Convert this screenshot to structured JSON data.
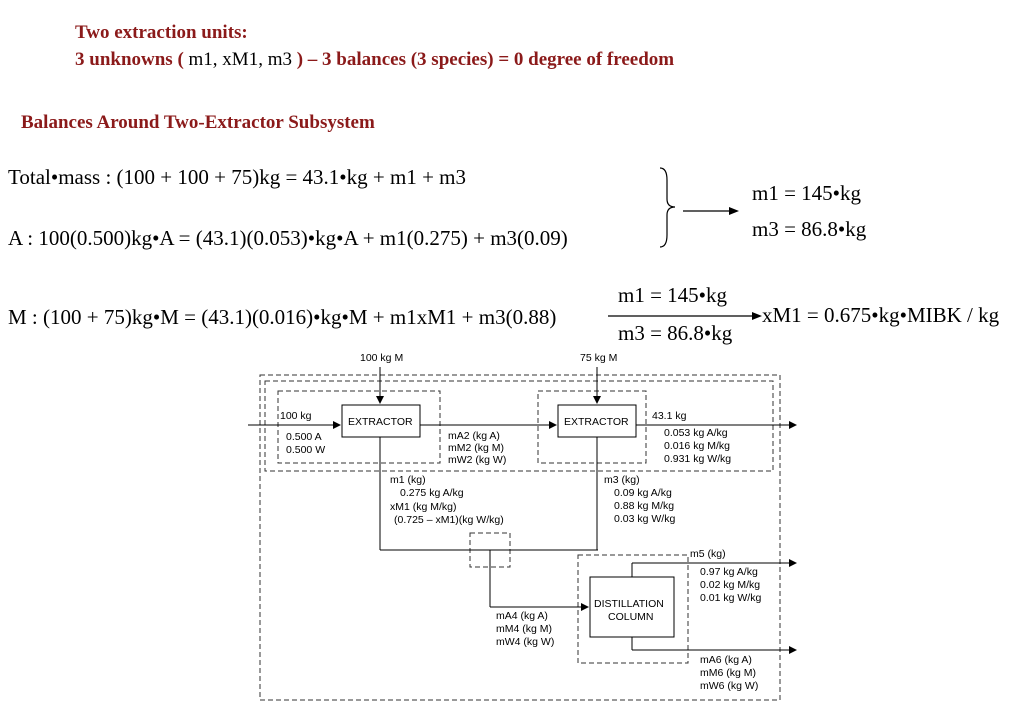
{
  "header": {
    "line1": "Two extraction units:",
    "line2_prefix": "3 unknowns (",
    "line2_vars": "m1, xM1, m3",
    "line2_suffix": ") – 3 balances (3 species) = 0 degree of freedom",
    "section_title": "Balances Around Two-Extractor Subsystem"
  },
  "equations": {
    "total_mass": "Total•mass  : (100 + 100 + 75)kg = 43.1•kg  + m1 + m3",
    "a_balance": "A : 100(0.500)kg•A  = (43.1)(0.053)•kg•A   + m1(0.275) + m3(0.09)",
    "results": [
      "m1 = 145•kg",
      "m3 = 86.8•kg"
    ],
    "m_balance": "M : (100 + 75)kg•M  = (43.1)(0.016)•kg•M   + m1xM1 + m3(0.88)",
    "m_sub_top": "m1 = 145•kg",
    "m_sub_bottom": "m3 = 86.8•kg",
    "m_result": "xM1 = 0.675•kg•MIBK  / kg"
  },
  "diagram": {
    "feed_m1": "100 kg M",
    "feed_m2": "75 kg M",
    "extractor1": "EXTRACTOR",
    "extractor2": "EXTRACTOR",
    "feed_in": [
      "100 kg",
      "0.500 A",
      "0.500 W"
    ],
    "mid_stream": [
      "mA2 (kg A)",
      "mM2 (kg M)",
      "mW2 (kg W)"
    ],
    "out_stream": [
      "43.1 kg",
      "0.053 kg A/kg",
      "0.016 kg M/kg",
      "0.931 kg W/kg"
    ],
    "m1_stream": [
      "m1 (kg)",
      "0.275 kg A/kg",
      "xM1 (kg M/kg)",
      "(0.725 – xM1)(kg W/kg)"
    ],
    "m3_stream": [
      "m3 (kg)",
      "0.09 kg A/kg",
      "0.88 kg M/kg",
      "0.03 kg W/kg"
    ],
    "m4_stream": [
      "mA4 (kg A)",
      "mM4 (kg M)",
      "mW4 (kg W)"
    ],
    "column": [
      "DISTILLATION",
      "COLUMN"
    ],
    "m5_stream": [
      "m5 (kg)",
      "0.97 kg A/kg",
      "0.02 kg M/kg",
      "0.01 kg W/kg"
    ],
    "m6_stream": [
      "mA6 (kg A)",
      "mM6 (kg M)",
      "mW6 (kg W)"
    ]
  },
  "colors": {
    "heading": "#8b1a1a",
    "text": "#000000"
  }
}
